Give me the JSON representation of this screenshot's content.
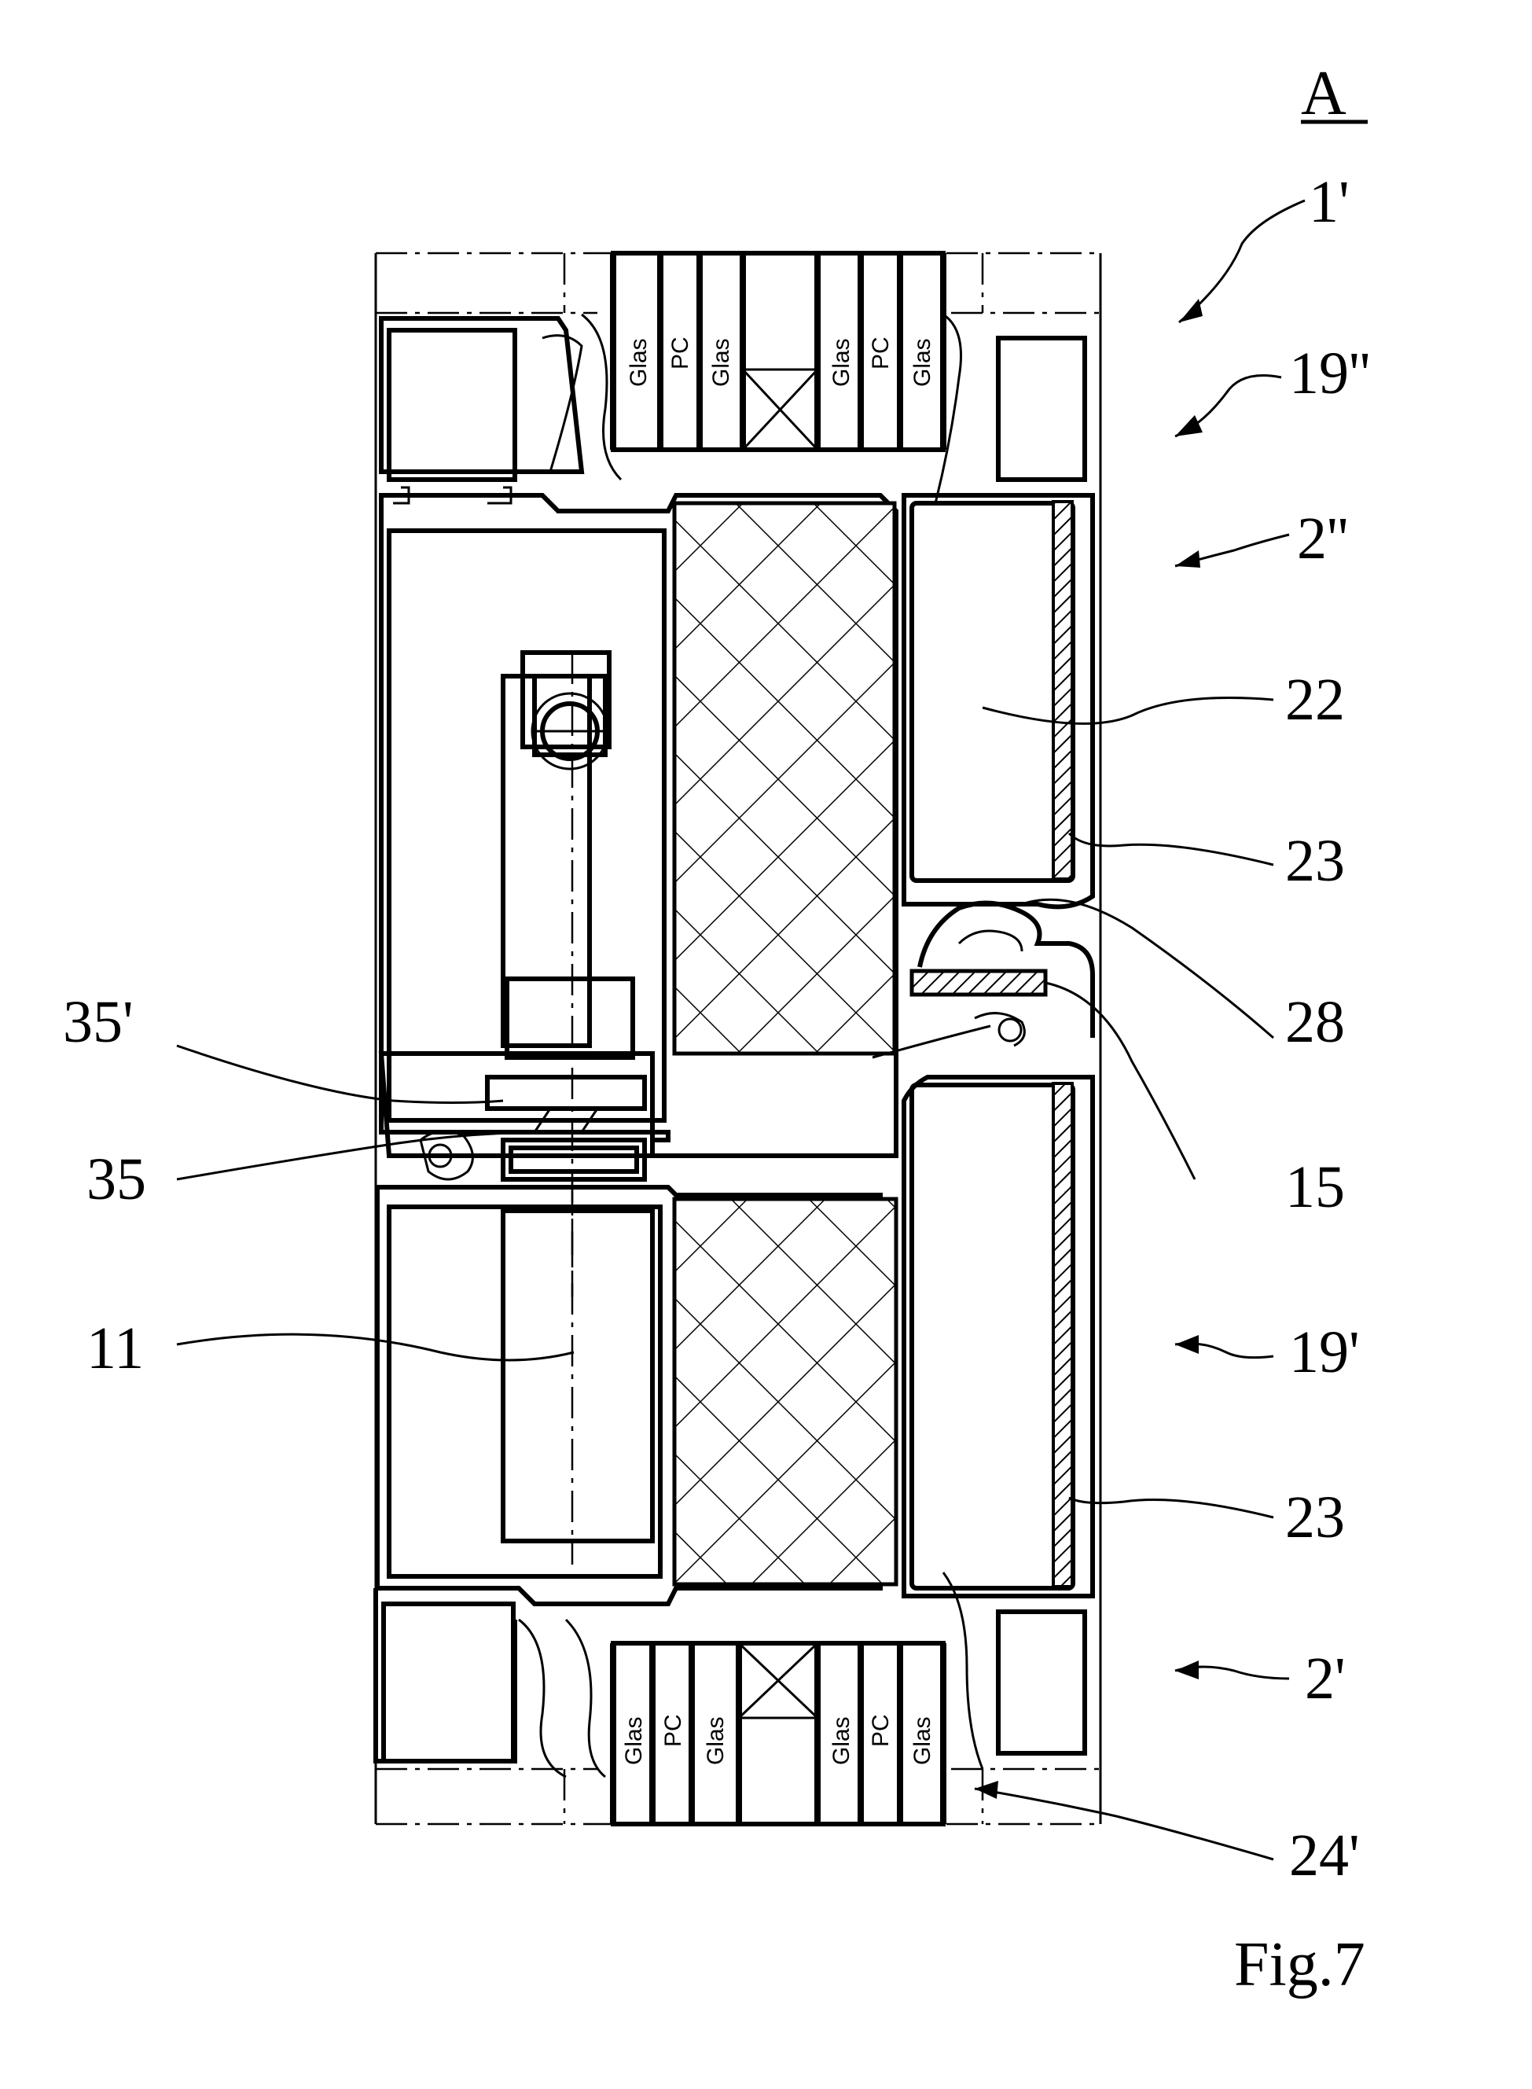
{
  "figure": {
    "view_label": "A",
    "caption": "Fig.7"
  },
  "reference_numerals": {
    "r1p": "1'",
    "r19pp": "19''",
    "r2pp": "2''",
    "r22": "22",
    "r23a": "23",
    "r28": "28",
    "r35p": "35'",
    "r15": "15",
    "r35": "35",
    "r11": "11",
    "r19p": "19'",
    "r23b": "23",
    "r2p": "2'",
    "r24p": "24'"
  },
  "glazing_layers": {
    "top": [
      "Glas",
      "PC",
      "Glas",
      "Glas",
      "PC",
      "Glas"
    ],
    "bottom": [
      "Glas",
      "PC",
      "Glas",
      "Glas",
      "PC",
      "Glas"
    ]
  }
}
